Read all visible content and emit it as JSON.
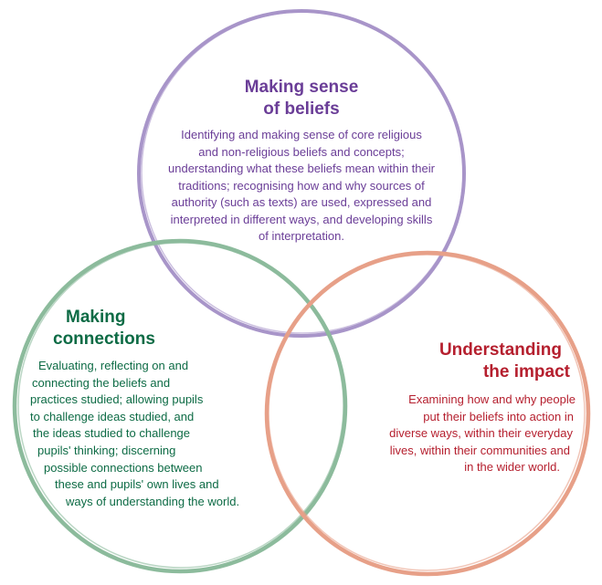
{
  "colors": {
    "beliefs": "#a895c9",
    "connections": "#8cbb9c",
    "impact": "#e7a088"
  },
  "beliefs": {
    "title": [
      "Making sense",
      "of beliefs"
    ],
    "body": [
      "Identifying and making sense of core religious",
      "and non-religious beliefs and concepts;",
      "understanding what these beliefs mean within their",
      "traditions; recognising how and why sources of",
      "authority (such as texts) are used, expressed and",
      "interpreted in different ways, and developing skills",
      "of interpretation."
    ]
  },
  "connections": {
    "title": [
      "Making",
      "connections"
    ],
    "body": [
      "Evaluating, reflecting on and",
      "connecting the beliefs and",
      "practices studied; allowing pupils",
      "to challenge ideas studied, and",
      "the ideas studied to challenge",
      "pupils' thinking; discerning",
      "possible connections between",
      "these and pupils' own lives and",
      "ways of understanding the world."
    ]
  },
  "impact": {
    "title": [
      "Understanding",
      "the impact"
    ],
    "body": [
      "Examining how and why people",
      "put their beliefs into action in",
      "diverse ways, within their everyday",
      "lives, within their communities and",
      "in the wider world."
    ]
  }
}
